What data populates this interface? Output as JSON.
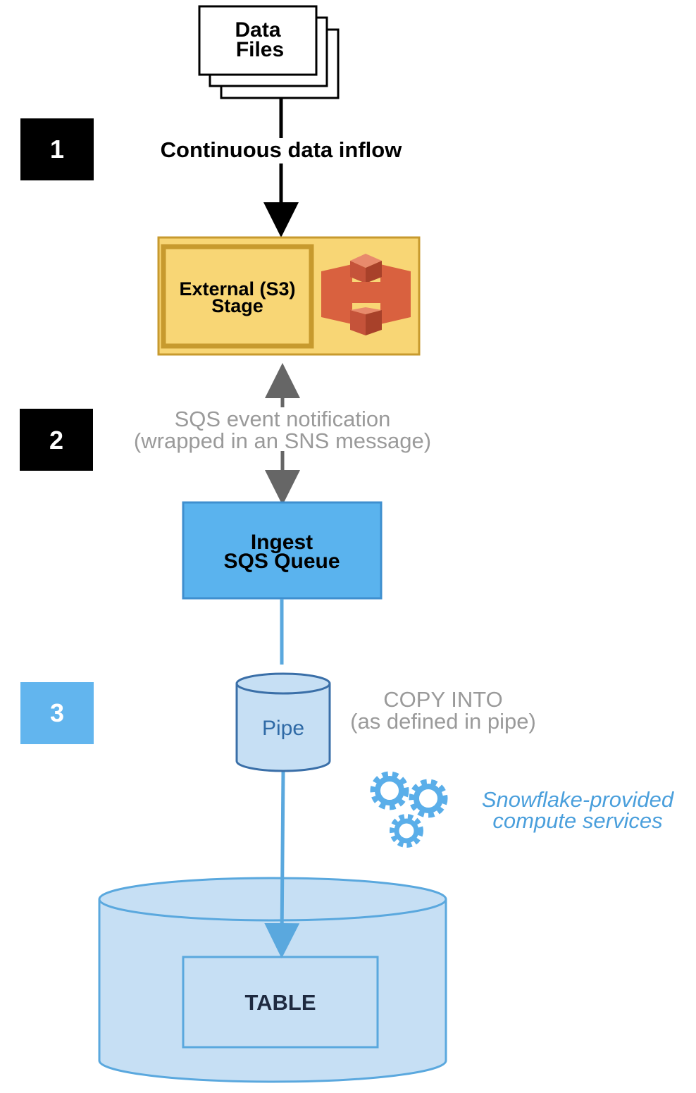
{
  "files": {
    "line1": "Data",
    "line2": "Files"
  },
  "steps": {
    "s1": "1",
    "s2": "2",
    "s3": "3"
  },
  "inflow_label": "Continuous data inflow",
  "stage": {
    "line1": "External (S3)",
    "line2": "Stage",
    "icon": "aws-s3-icon"
  },
  "notification": {
    "line1": "SQS event notification",
    "line2": "(wrapped in an SNS message)"
  },
  "queue": {
    "line1": "Ingest",
    "line2": "SQS Queue"
  },
  "pipe": {
    "label": "Pipe"
  },
  "copy": {
    "line1": "COPY INTO",
    "line2": "(as defined in pipe)"
  },
  "compute": {
    "line1": "Snowflake-provided",
    "line2": "compute services",
    "icon": "gears-icon"
  },
  "table": {
    "label": "TABLE"
  },
  "colors": {
    "step_dark": "#000000",
    "step_light": "#62b5ee",
    "stage_fill": "#f8d675",
    "stage_border": "#c79a2e",
    "queue_fill": "#5ab3ee",
    "pipe_fill": "#c6dff4",
    "accent_blue": "#5aa8de",
    "s3_orange": "#d9613f"
  }
}
